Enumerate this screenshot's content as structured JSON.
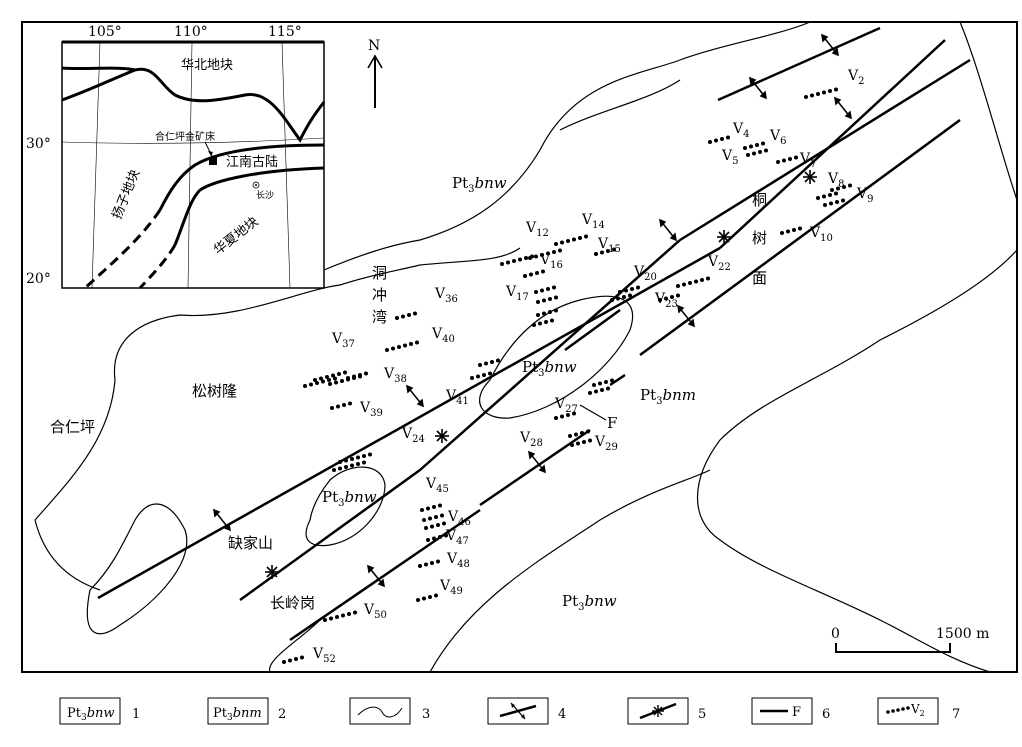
{
  "inset": {
    "longitudes": [
      "105°",
      "110°",
      "115°"
    ],
    "latitudes": [
      "30°",
      "20°"
    ],
    "labels": {
      "north_china": "华北地块",
      "yangtze": "扬子地块",
      "jiangnan": "江南古陆",
      "cathaysia": "华夏地块",
      "mine": "合仁坪金矿床",
      "changsha": "长沙"
    }
  },
  "north_label": "N",
  "places": {
    "dongchongwan": [
      "洞",
      "冲",
      "湾"
    ],
    "tongshumian": [
      "桐",
      "树",
      "面"
    ],
    "songshulong": "松树隆",
    "herenping": "合仁坪",
    "quejiashan": "缺家山",
    "changlinggang": "长岭岗"
  },
  "formations": {
    "bnw_prefix": "Pt",
    "bnw_sub": "3",
    "bnw_suffix": "bnw",
    "bnm_suffix": "bnm"
  },
  "fault_label": "F",
  "veins": [
    {
      "main": "V",
      "sub": "2"
    },
    {
      "main": "V",
      "sub": "4"
    },
    {
      "main": "V",
      "sub": "5"
    },
    {
      "main": "V",
      "sub": "6"
    },
    {
      "main": "V",
      "sub": "7"
    },
    {
      "main": "V",
      "sub": "8"
    },
    {
      "main": "V",
      "sub": "9"
    },
    {
      "main": "V",
      "sub": "10"
    },
    {
      "main": "V",
      "sub": "12"
    },
    {
      "main": "V",
      "sub": "14"
    },
    {
      "main": "V",
      "sub": "15"
    },
    {
      "main": "V",
      "sub": "16"
    },
    {
      "main": "V",
      "sub": "17"
    },
    {
      "main": "V",
      "sub": "20"
    },
    {
      "main": "V",
      "sub": "22"
    },
    {
      "main": "V",
      "sub": "23"
    },
    {
      "main": "V",
      "sub": "24"
    },
    {
      "main": "V",
      "sub": "27"
    },
    {
      "main": "V",
      "sub": "28"
    },
    {
      "main": "V",
      "sub": "29"
    },
    {
      "main": "V",
      "sub": "36"
    },
    {
      "main": "V",
      "sub": "37"
    },
    {
      "main": "V",
      "sub": "38"
    },
    {
      "main": "V",
      "sub": "39"
    },
    {
      "main": "V",
      "sub": "40"
    },
    {
      "main": "V",
      "sub": "41"
    },
    {
      "main": "V",
      "sub": "45"
    },
    {
      "main": "V",
      "sub": "46"
    },
    {
      "main": "V",
      "sub": "47"
    },
    {
      "main": "V",
      "sub": "48"
    },
    {
      "main": "V",
      "sub": "49"
    },
    {
      "main": "V",
      "sub": "50"
    },
    {
      "main": "V",
      "sub": "52"
    }
  ],
  "scale": {
    "start": "0",
    "end": "1500 m"
  },
  "legend": {
    "items": [
      {
        "num": "1"
      },
      {
        "num": "2"
      },
      {
        "num": "3"
      },
      {
        "num": "4"
      },
      {
        "num": "5"
      },
      {
        "num": "6",
        "text": "F"
      },
      {
        "num": "7",
        "text": "V",
        "sub": "2"
      }
    ]
  }
}
